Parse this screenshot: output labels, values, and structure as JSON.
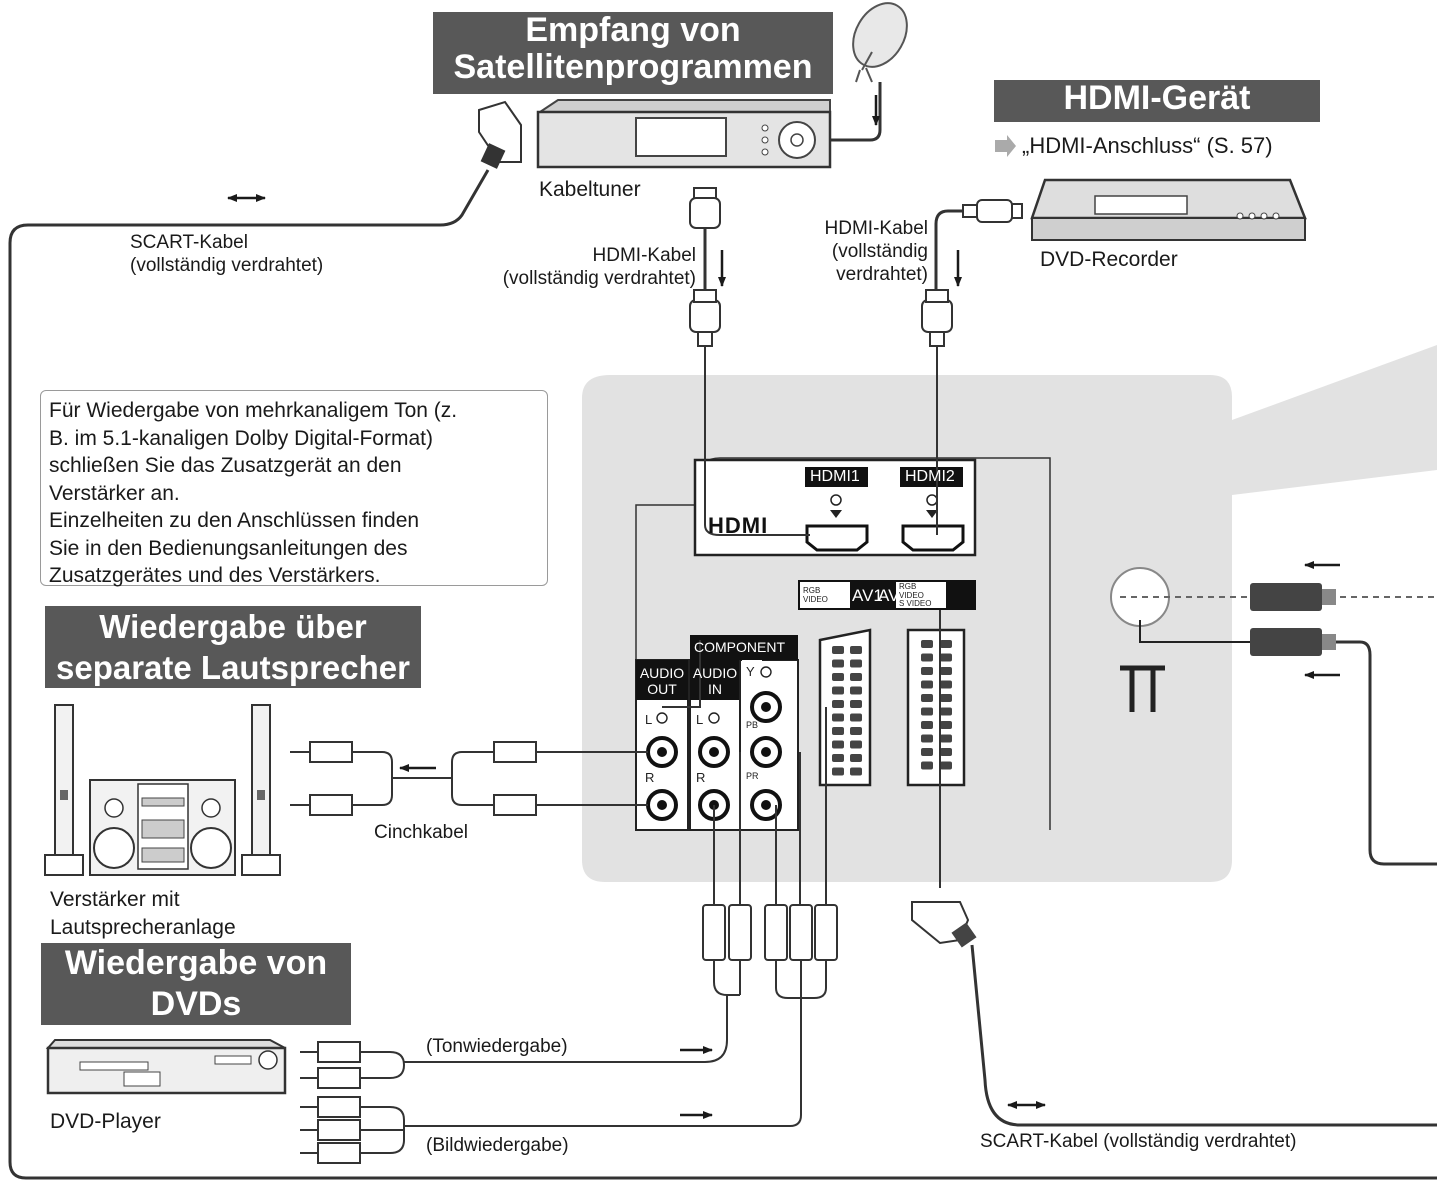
{
  "headers": {
    "satellite": [
      "Empfang von",
      "Satellitenprogrammen"
    ],
    "hdmi_device": "HDMI-Gerät",
    "speakers": [
      "Wiedergabe über",
      "separate Lautsprecher"
    ],
    "dvds": [
      "Wiedergabe von",
      "DVDs"
    ]
  },
  "hdmi_ref": "„HDMI-Anschluss“ (S. 57)",
  "devices": {
    "tuner": "Kabeltuner",
    "dvd_recorder": "DVD-Recorder",
    "amplifier": [
      "Verstärker mit",
      "Lautsprecheranlage"
    ],
    "dvd_player": "DVD-Player"
  },
  "cables": {
    "scart_top": [
      "SCART-Kabel",
      "(vollständig verdrahtet)"
    ],
    "hdmi_left": [
      "HDMI-Kabel",
      "(vollständig verdrahtet)"
    ],
    "hdmi_right": [
      "HDMI-Kabel",
      "(vollständig",
      "verdrahtet)"
    ],
    "cinch": "Cinchkabel",
    "audio": "(Tonwiedergabe)",
    "video": "(Bildwiedergabe)",
    "scart_bottom": "SCART-Kabel (vollständig verdrahtet)"
  },
  "note": [
    "Für Wiedergabe von mehrkanaligem Ton (z.",
    "B. im 5.1-kanaligen Dolby Digital-Format)",
    "schließen Sie das Zusatzgerät an den",
    "Verstärker an.",
    "Einzelheiten zu den Anschlüssen finden",
    "Sie in den Bedienungsanleitungen des",
    "Zusatzgerätes und des Verstärkers."
  ],
  "panel": {
    "hdmi1": "HDMI1",
    "hdmi2": "HDMI2",
    "hdmi_logo": "HDMI",
    "component": "COMPONENT",
    "audio_out": [
      "AUDIO",
      "OUT"
    ],
    "audio_in": [
      "AUDIO",
      "IN"
    ],
    "av1": "AV1",
    "av2": "AV",
    "rgb_video": [
      "RGB",
      "VIDEO"
    ],
    "rgb_video_svideo": [
      "RGB",
      "VIDEO",
      "S VIDEO"
    ],
    "l": "L",
    "r": "R",
    "y": "Y",
    "pb": "PB",
    "pr": "PR"
  },
  "colors": {
    "header_bg": "#585858",
    "panel_bg": "#e2e2e2",
    "line": "#2a2a2a"
  }
}
